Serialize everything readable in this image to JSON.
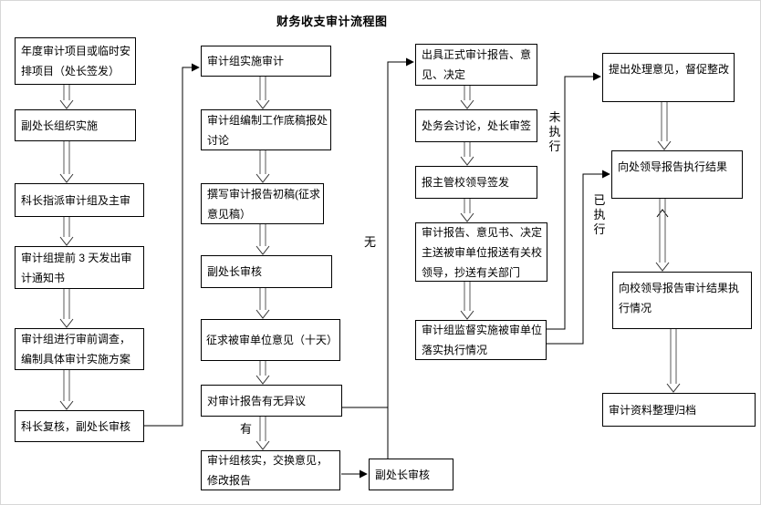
{
  "title": "财务收支审计流程图",
  "nodes": {
    "annual_plan": "年度审计项目或临时安排项目（处长签发）",
    "deputy_organize": "副处长组织实施",
    "chief_assign": "科长指派审计组及主审",
    "notice_3days": "审计组提前 3 天发出审计通知书",
    "pre_survey": "审计组进行审前调查，编制具体审计实施方案",
    "chief_review": "科长复核，副处长审核",
    "implement_audit": "审计组实施审计",
    "working_papers": "审计组编制工作底稿报处讨论",
    "draft_report": "撰写审计报告初稿(征求意见稿）",
    "deputy_review_draft": "副处长审核",
    "solicit_opinion": "征求被审单位意见（十天）",
    "objection_check": "对审计报告有无异议",
    "verify_revise": "审计组核实，交换意见，修改报告",
    "deputy_review_revised": "副处长审核",
    "formal_report": "出具正式审计报告、意见、决定",
    "office_discuss": "处务会讨论，处长审签",
    "leader_sign": "报主管校领导签发",
    "report_delivery": "审计报告、意见书、决定主送被审单位报送有关校领导，抄送有关部门",
    "supervise": "审计组监督实施被审单位落实执行情况",
    "handle_opinion": "提出处理意见，督促整改",
    "report_dept_leader": "向处领导报告执行结果",
    "report_school_leader": "向校领导报告审计结果执行情况",
    "archive": "审计资料整理归档"
  },
  "edge_labels": {
    "no_objection": "无",
    "has_objection": "有",
    "not_executed": "未执行",
    "executed": "已执行"
  }
}
